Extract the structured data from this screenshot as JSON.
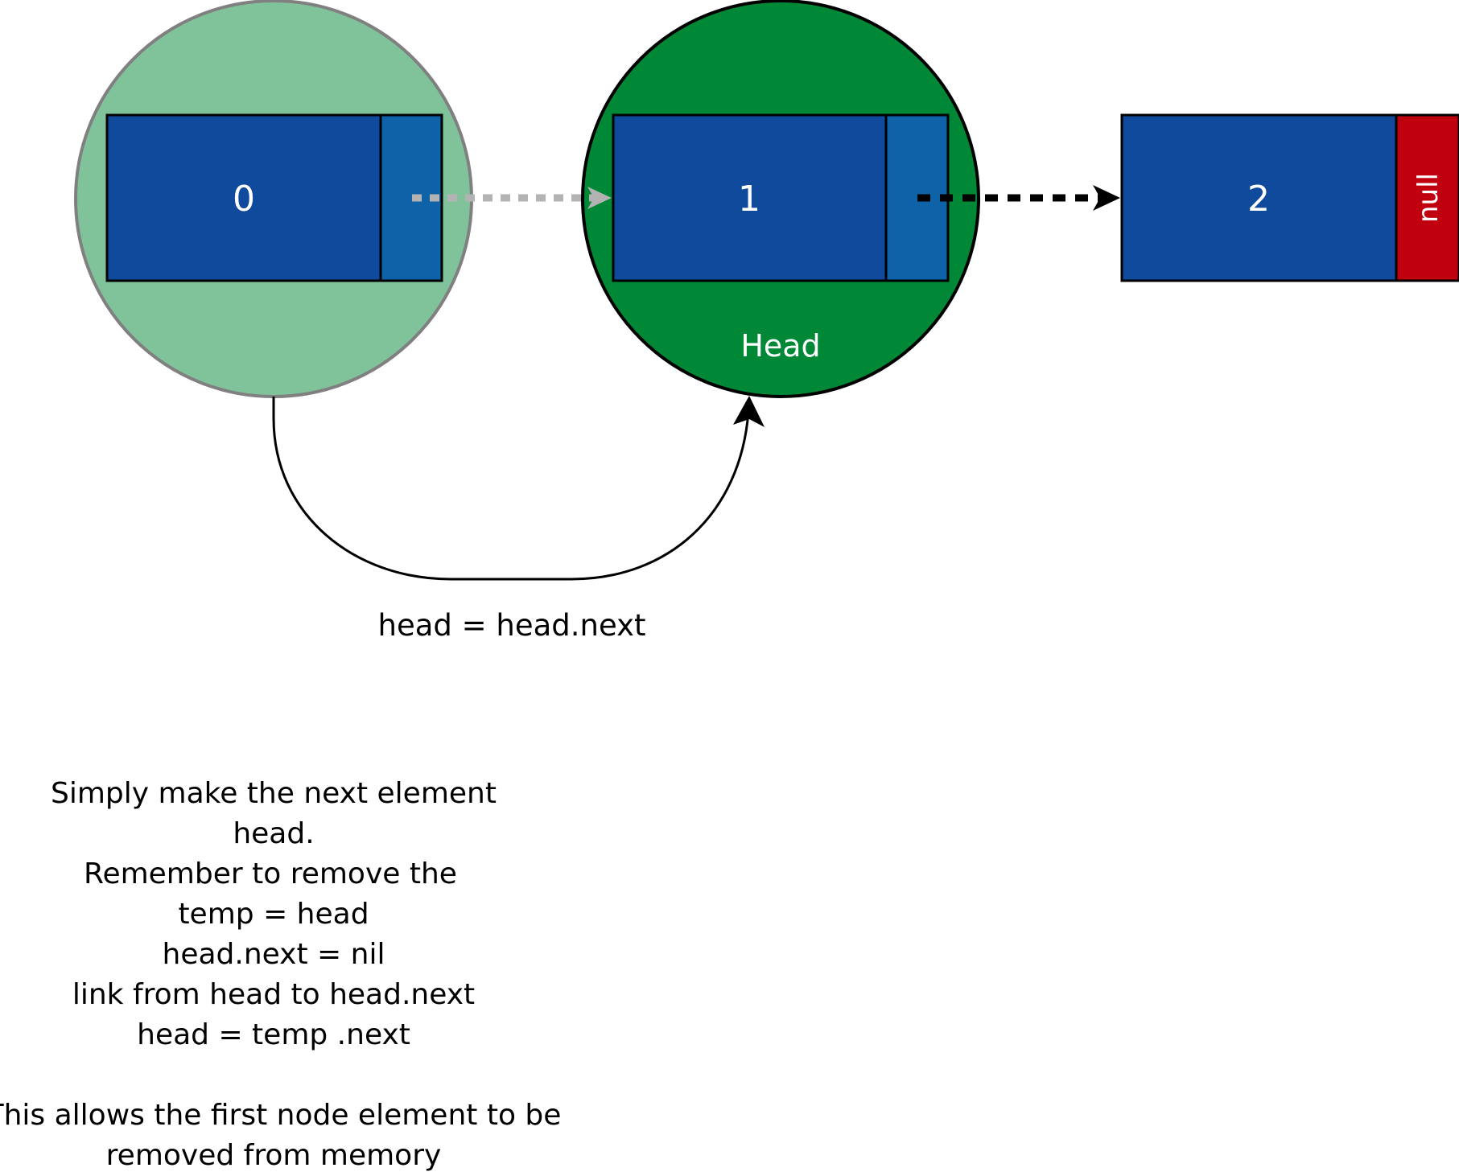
{
  "nodes": [
    {
      "value": "0"
    },
    {
      "value": "1"
    },
    {
      "value": "2",
      "terminal": "null"
    }
  ],
  "head_label": "Head",
  "operation_caption": "head = head.next",
  "note": {
    "lines": [
      "Simply make the next element",
      "head.",
      "Remember to remove the",
      "temp = head",
      "head.next = nil",
      "link from head to head.next",
      "head = temp .next",
      "",
      "This allows the first node element to be",
      "removed from memory"
    ]
  },
  "colors": {
    "node_data": "#0F4A9C",
    "node_pointer": "#0E62A8",
    "null_box": "#C1000F",
    "removed_highlight": "#80C39B",
    "head_highlight": "#008837",
    "old_link": "#B3B3B3",
    "active_link": "#000000"
  }
}
